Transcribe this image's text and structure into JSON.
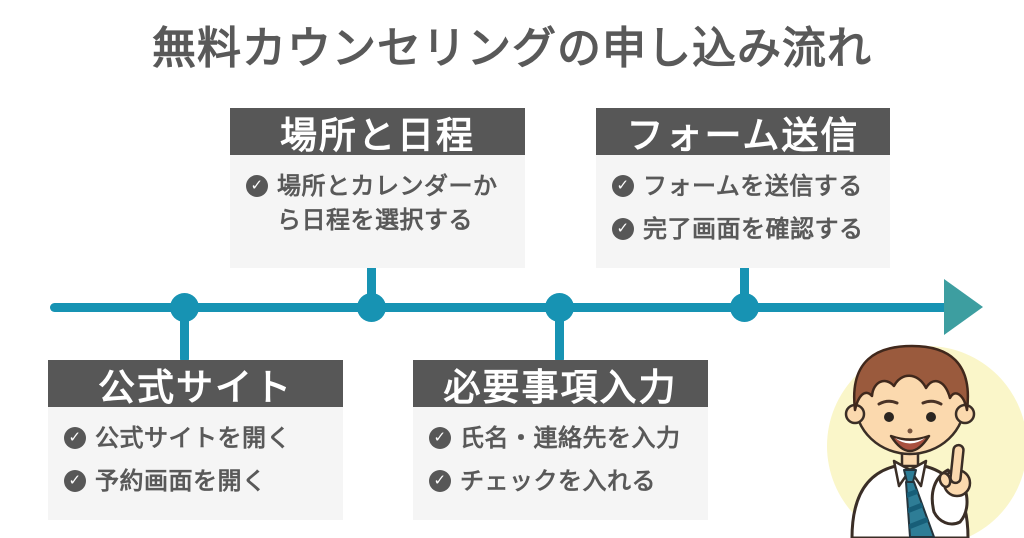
{
  "title": "無料カウンセリングの申し込み流れ",
  "icons": {
    "check": "✓"
  },
  "colors": {
    "accent_teal": "#1793B3",
    "arrow_teal": "#3D9EA0",
    "header_gray": "#575757",
    "text_gray": "#595959",
    "panel_gray": "#F5F5F5",
    "avatar_yellow": "#FAF6C9"
  },
  "steps": [
    {
      "id": "official-site",
      "title": "公式サイト",
      "position": "below-timeline",
      "items": [
        "公式サイトを開く",
        "予約画面を開く"
      ]
    },
    {
      "id": "place-and-date",
      "title": "場所と日程",
      "position": "above-timeline",
      "items": [
        "場所とカレンダーから日程を選択する"
      ]
    },
    {
      "id": "required-info",
      "title": "必要事項入力",
      "position": "below-timeline",
      "items": [
        "氏名・連絡先を入力",
        "チェックを入れる"
      ]
    },
    {
      "id": "form-submit",
      "title": "フォーム送信",
      "position": "above-timeline",
      "items": [
        "フォームを送信する",
        "完了画面を確認する"
      ]
    }
  ]
}
